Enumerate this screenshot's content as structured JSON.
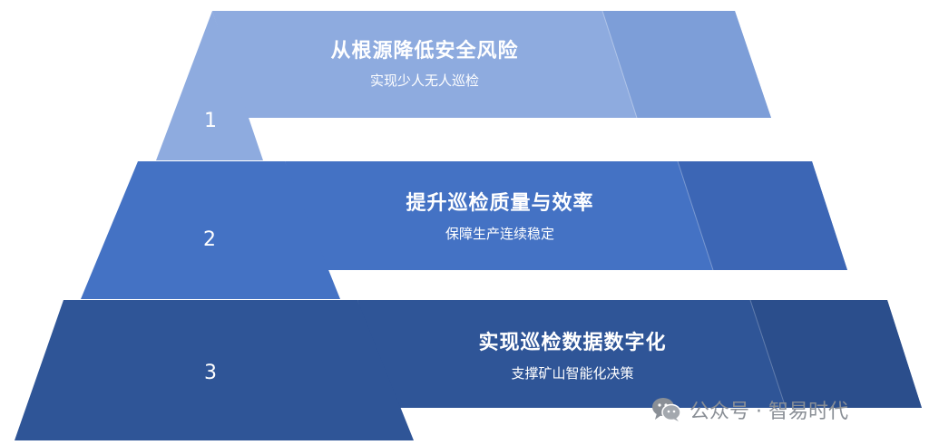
{
  "levels": [
    {
      "number": "1",
      "title": "从根源降低安全风险",
      "subtitle": "实现少人无人巡检",
      "color": "#8eabdf",
      "shade": "#7d9ed8"
    },
    {
      "number": "2",
      "title": "提升巡检质量与效率",
      "subtitle": "保障生产连续稳定",
      "color": "#4472c4",
      "shade": "#3c66b5"
    },
    {
      "number": "3",
      "title": "实现巡检数据数字化",
      "subtitle": "支撑矿山智能化决策",
      "color": "#2f5597",
      "shade": "#2b4e8c"
    }
  ],
  "watermark": {
    "text": "公众号 · 智易时代",
    "icon": "wechat-icon"
  }
}
